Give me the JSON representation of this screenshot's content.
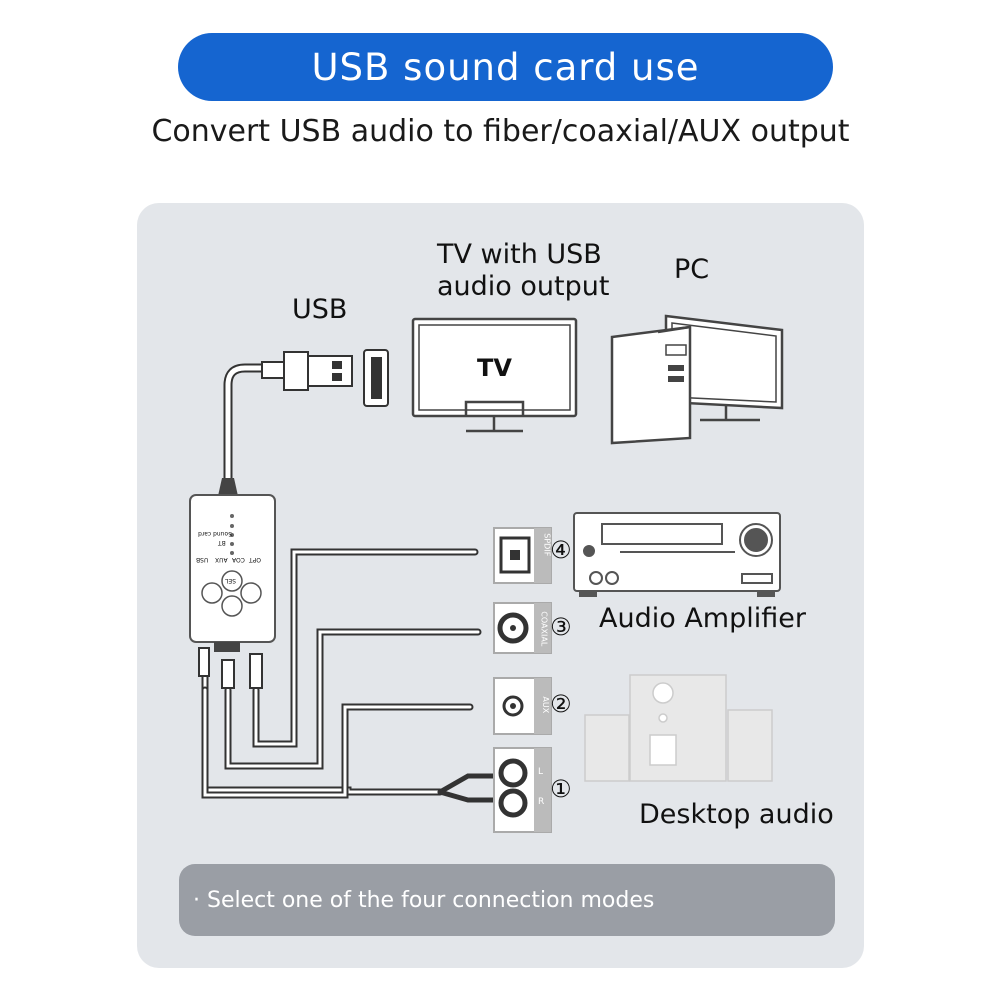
{
  "header": {
    "title": "USB sound card use",
    "subtitle": "Convert USB audio to fiber/coaxial/AUX output"
  },
  "labels": {
    "usb": "USB",
    "tv_with_usb": "TV with USB\naudio output",
    "tv_screen": "TV",
    "pc": "PC",
    "amplifier": "Audio Amplifier",
    "desktop_audio": "Desktop audio"
  },
  "ports": [
    {
      "number": "④",
      "name": "SPDIF"
    },
    {
      "number": "③",
      "name": "COAXIAL"
    },
    {
      "number": "②",
      "name": "AUX"
    },
    {
      "number": "①",
      "name_l": "L",
      "name_r": "R"
    }
  ],
  "device": {
    "tag_sound_card": "Sound card",
    "tag_bt": "BT",
    "modes": [
      "OPT",
      "COA",
      "AUX",
      "USB"
    ],
    "sel_button": "SEL"
  },
  "footer": {
    "note": "· Select one of the four connection modes"
  }
}
